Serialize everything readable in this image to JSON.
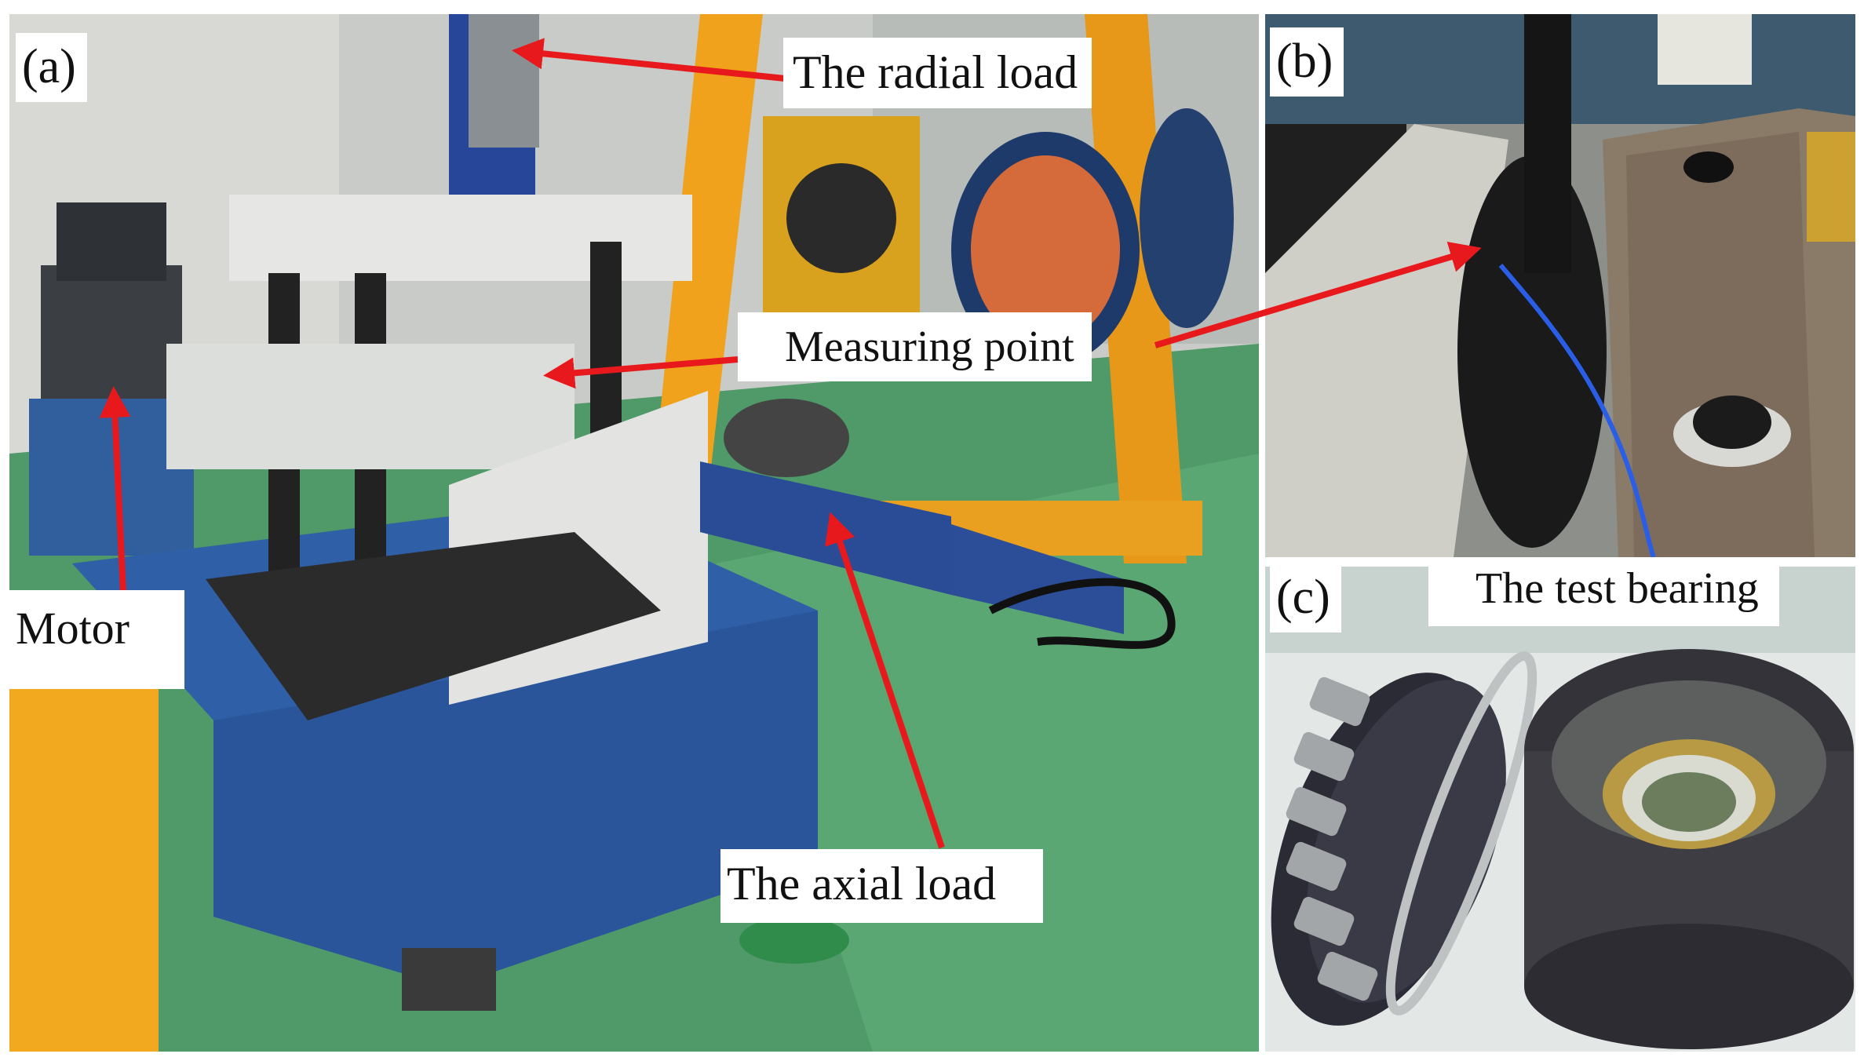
{
  "panels": {
    "a": {
      "tag": "(a)"
    },
    "b": {
      "tag": "(b)"
    },
    "c": {
      "tag": "(c)"
    }
  },
  "labels": {
    "radial_load": "The radial load",
    "measuring_point": "Measuring point",
    "motor": "Motor",
    "axial_load": "The axial load",
    "test_bearing": "The test bearing"
  },
  "colors": {
    "arrow": "#e8191c",
    "floor": "#4f9a68",
    "machine_blue": "#2f5fa6",
    "frame_yellow": "#f0a21c"
  }
}
